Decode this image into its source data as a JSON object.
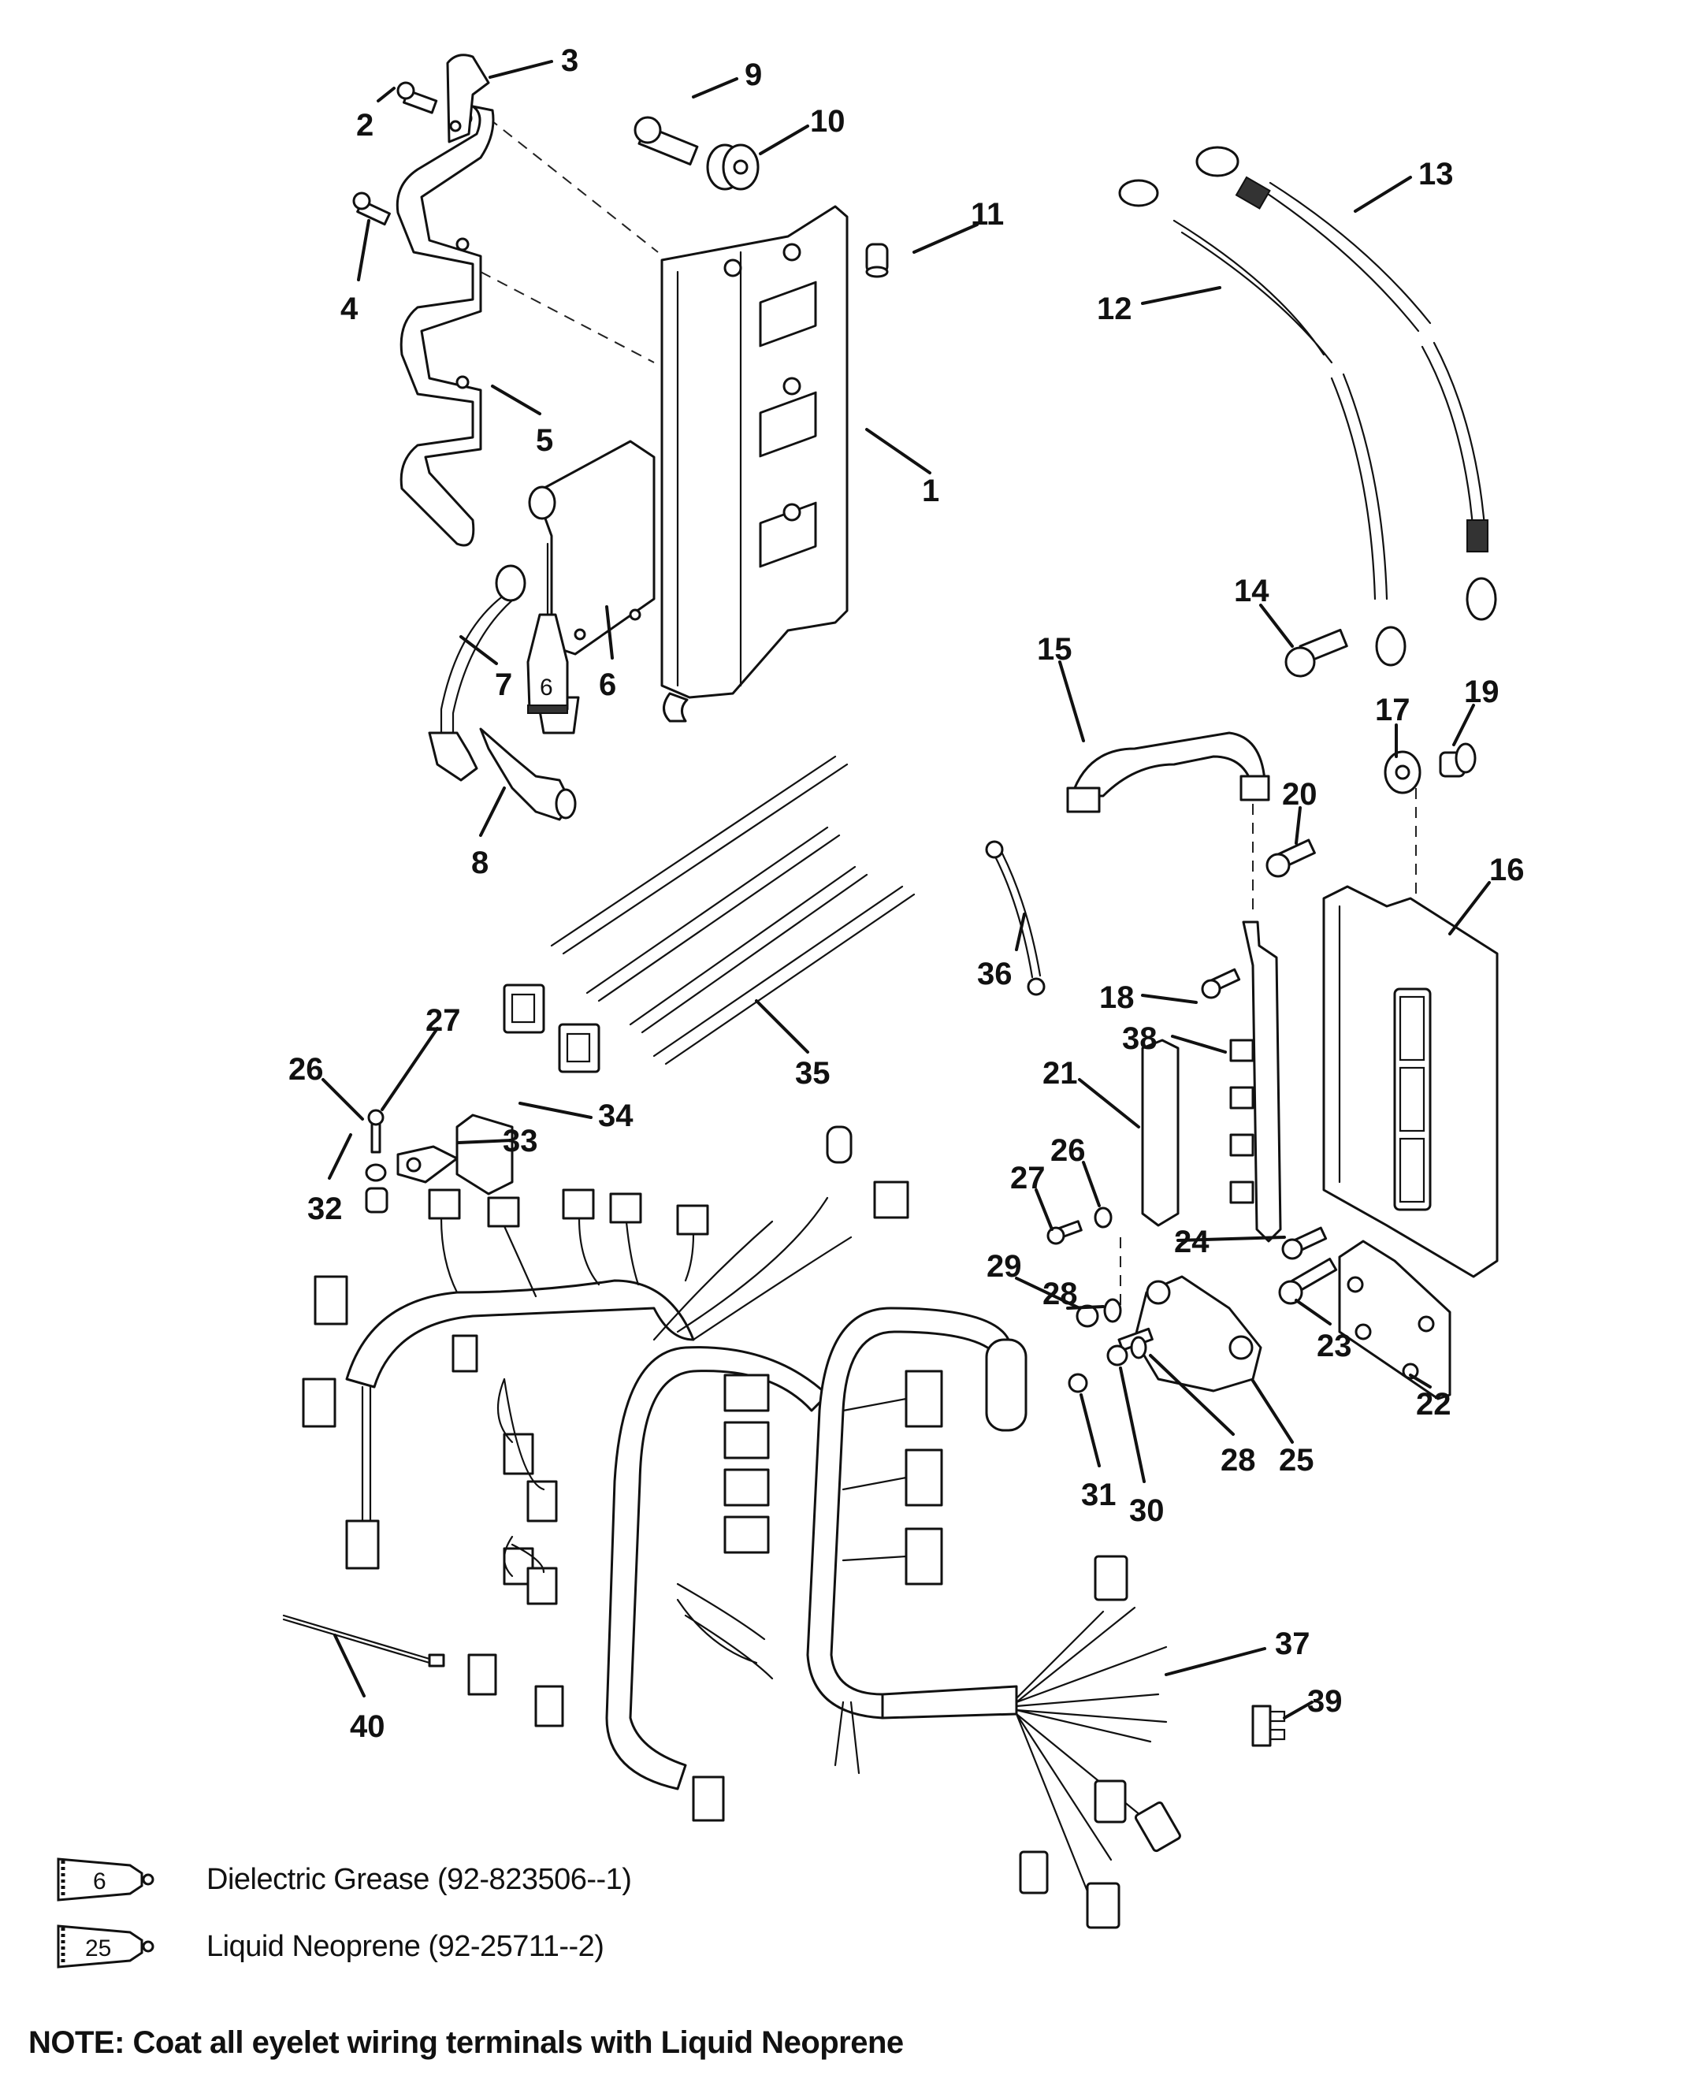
{
  "diagram": {
    "type": "exploded-parts-diagram",
    "subject": "Ignition / ECM / wiring harness assembly",
    "callouts": [
      {
        "id": "1",
        "label": "1"
      },
      {
        "id": "2",
        "label": "2"
      },
      {
        "id": "3",
        "label": "3"
      },
      {
        "id": "4",
        "label": "4"
      },
      {
        "id": "5",
        "label": "5"
      },
      {
        "id": "6",
        "label": "6"
      },
      {
        "id": "6t",
        "label": "6"
      },
      {
        "id": "7",
        "label": "7"
      },
      {
        "id": "8",
        "label": "8"
      },
      {
        "id": "9",
        "label": "9"
      },
      {
        "id": "10",
        "label": "10"
      },
      {
        "id": "11",
        "label": "11"
      },
      {
        "id": "12",
        "label": "12"
      },
      {
        "id": "13",
        "label": "13"
      },
      {
        "id": "14",
        "label": "14"
      },
      {
        "id": "15",
        "label": "15"
      },
      {
        "id": "16",
        "label": "16"
      },
      {
        "id": "17",
        "label": "17"
      },
      {
        "id": "18",
        "label": "18"
      },
      {
        "id": "19",
        "label": "19"
      },
      {
        "id": "20",
        "label": "20"
      },
      {
        "id": "21",
        "label": "21"
      },
      {
        "id": "22",
        "label": "22"
      },
      {
        "id": "23",
        "label": "23"
      },
      {
        "id": "24",
        "label": "24"
      },
      {
        "id": "25",
        "label": "25"
      },
      {
        "id": "26a",
        "label": "26"
      },
      {
        "id": "26b",
        "label": "26"
      },
      {
        "id": "27a",
        "label": "27"
      },
      {
        "id": "27b",
        "label": "27"
      },
      {
        "id": "28a",
        "label": "28"
      },
      {
        "id": "28b",
        "label": "28"
      },
      {
        "id": "29",
        "label": "29"
      },
      {
        "id": "30",
        "label": "30"
      },
      {
        "id": "31",
        "label": "31"
      },
      {
        "id": "32",
        "label": "32"
      },
      {
        "id": "33",
        "label": "33"
      },
      {
        "id": "34",
        "label": "34"
      },
      {
        "id": "35",
        "label": "35"
      },
      {
        "id": "36",
        "label": "36"
      },
      {
        "id": "37",
        "label": "37"
      },
      {
        "id": "38",
        "label": "38"
      },
      {
        "id": "39",
        "label": "39"
      },
      {
        "id": "40",
        "label": "40"
      }
    ]
  },
  "legend": [
    {
      "tube_number": "6",
      "text": "Dielectric Grease (92-823506--1)"
    },
    {
      "tube_number": "25",
      "text": "Liquid Neoprene (92-25711--2)"
    }
  ],
  "note": "NOTE: Coat all eyelet wiring terminals with Liquid Neoprene",
  "colors": {
    "ink": "#111111",
    "paper": "#ffffff"
  }
}
